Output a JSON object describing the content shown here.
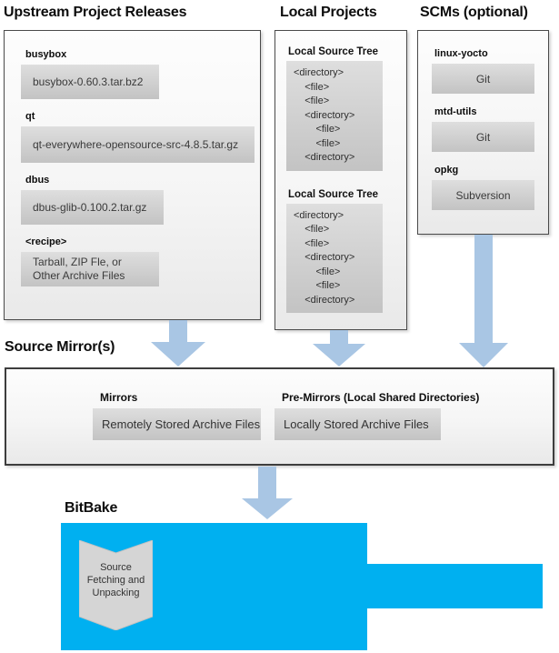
{
  "colors": {
    "cyan": "#00b0f0",
    "arrow": "#a9c6e4"
  },
  "upstream": {
    "title": "Upstream Project Releases",
    "items": [
      {
        "label": "busybox",
        "value": "busybox-0.60.3.tar.bz2"
      },
      {
        "label": "qt",
        "value": "qt-everywhere-opensource-src-4.8.5.tar.gz"
      },
      {
        "label": "dbus",
        "value": "dbus-glib-0.100.2.tar.gz"
      },
      {
        "label": "<recipe>",
        "value": "Tarball, ZIP Fle, or\nOther Archive Files"
      }
    ]
  },
  "local": {
    "title": "Local Projects",
    "trees": [
      {
        "label": "Local Source Tree",
        "lines": [
          "<directory>",
          "    <file>",
          "    <file>",
          "    <directory>",
          "        <file>",
          "        <file>",
          "    <directory>"
        ]
      },
      {
        "label": "Local Source Tree",
        "lines": [
          "<directory>",
          "    <file>",
          "    <file>",
          "    <directory>",
          "        <file>",
          "        <file>",
          "    <directory>"
        ]
      }
    ]
  },
  "scms": {
    "title": "SCMs (optional)",
    "items": [
      {
        "label": "linux-yocto",
        "value": "Git"
      },
      {
        "label": "mtd-utils",
        "value": "Git"
      },
      {
        "label": "opkg",
        "value": "Subversion"
      }
    ]
  },
  "mirror": {
    "title": "Source Mirror(s)",
    "mirrors_label": "Mirrors",
    "mirrors_value": "Remotely Stored Archive Files",
    "premirrors_label": "Pre-Mirrors (Local Shared Directories)",
    "premirrors_value": "Locally Stored Archive Files"
  },
  "bitbake": {
    "title": "BitBake",
    "task": "Source\nFetching and\nUnpacking"
  }
}
